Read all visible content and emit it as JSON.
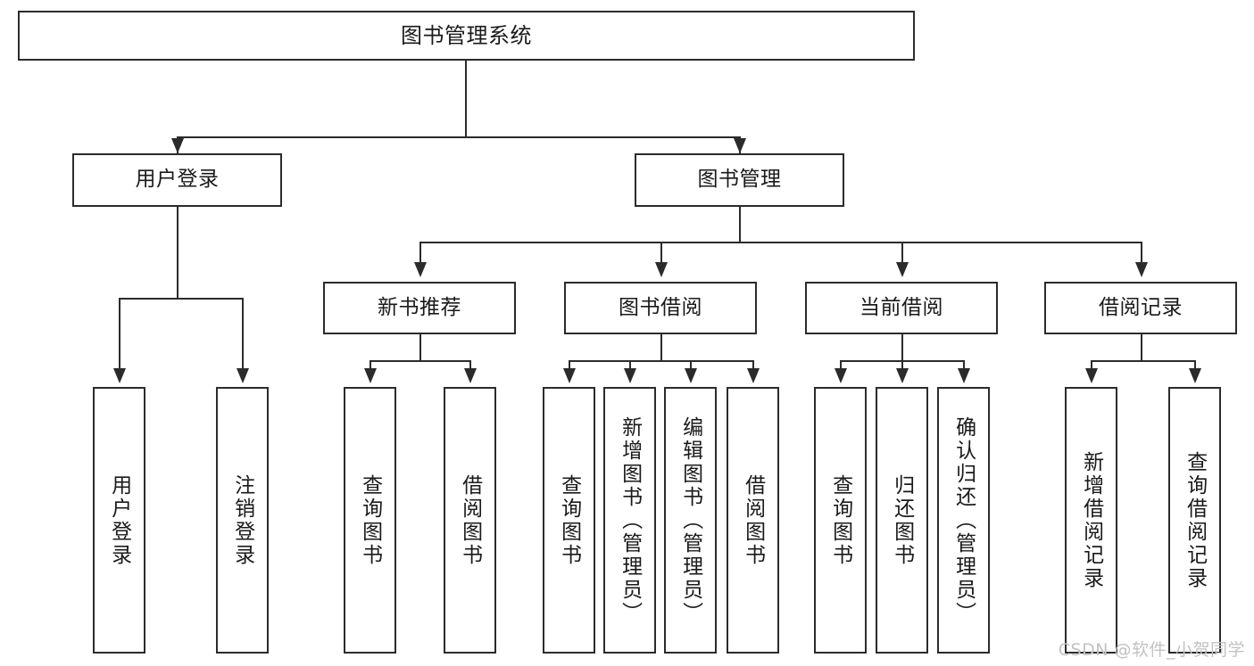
{
  "diagram": {
    "type": "tree",
    "title": "图书管理系统",
    "orientation": "top-down",
    "colors": {
      "stroke": "#2b2b2b",
      "fill": "#ffffff",
      "text": "#1a1a1a",
      "watermark": "#c2c2c2"
    },
    "levels": {
      "root": "图书管理系统",
      "level2": [
        "用户登录",
        "图书管理"
      ],
      "level3": [
        "新书推荐",
        "图书借阅",
        "当前借阅",
        "借阅记录"
      ]
    },
    "nodes": {
      "root": {
        "label": "图书管理系统"
      },
      "user_login": {
        "label": "用户登录"
      },
      "book_manage": {
        "label": "图书管理"
      },
      "new_book_rec": {
        "label": "新书推荐"
      },
      "book_borrow": {
        "label": "图书借阅"
      },
      "current_borrow": {
        "label": "当前借阅"
      },
      "borrow_record": {
        "label": "借阅记录"
      },
      "leaf_user_login": {
        "label": "用户登录"
      },
      "leaf_logout": {
        "label": "注销登录"
      },
      "leaf_query_book_1": {
        "label": "查询图书"
      },
      "leaf_borrow_book_1": {
        "label": "借阅图书"
      },
      "leaf_query_book_2": {
        "label": "查询图书"
      },
      "leaf_add_book": {
        "label": "新增图书（管理员）"
      },
      "leaf_edit_book": {
        "label": "编辑图书（管理员）"
      },
      "leaf_borrow_book_2": {
        "label": "借阅图书"
      },
      "leaf_query_book_3": {
        "label": "查询图书"
      },
      "leaf_return_book": {
        "label": "归还图书"
      },
      "leaf_confirm_return": {
        "label": "确认归还（管理员）"
      },
      "leaf_add_record": {
        "label": "新增借阅记录"
      },
      "leaf_query_record": {
        "label": "查询借阅记录"
      }
    },
    "edges": [
      {
        "from": "root",
        "to": "user_login"
      },
      {
        "from": "root",
        "to": "book_manage"
      },
      {
        "from": "user_login",
        "to": "leaf_user_login"
      },
      {
        "from": "user_login",
        "to": "leaf_logout"
      },
      {
        "from": "book_manage",
        "to": "new_book_rec"
      },
      {
        "from": "book_manage",
        "to": "book_borrow"
      },
      {
        "from": "book_manage",
        "to": "current_borrow"
      },
      {
        "from": "book_manage",
        "to": "borrow_record"
      },
      {
        "from": "new_book_rec",
        "to": "leaf_query_book_1"
      },
      {
        "from": "new_book_rec",
        "to": "leaf_borrow_book_1"
      },
      {
        "from": "book_borrow",
        "to": "leaf_query_book_2"
      },
      {
        "from": "book_borrow",
        "to": "leaf_add_book"
      },
      {
        "from": "book_borrow",
        "to": "leaf_edit_book"
      },
      {
        "from": "book_borrow",
        "to": "leaf_borrow_book_2"
      },
      {
        "from": "current_borrow",
        "to": "leaf_query_book_3"
      },
      {
        "from": "current_borrow",
        "to": "leaf_return_book"
      },
      {
        "from": "current_borrow",
        "to": "leaf_confirm_return"
      },
      {
        "from": "borrow_record",
        "to": "leaf_add_record"
      },
      {
        "from": "borrow_record",
        "to": "leaf_query_record"
      }
    ]
  },
  "watermark": {
    "text": "CSDN @软件_小贺同学"
  }
}
